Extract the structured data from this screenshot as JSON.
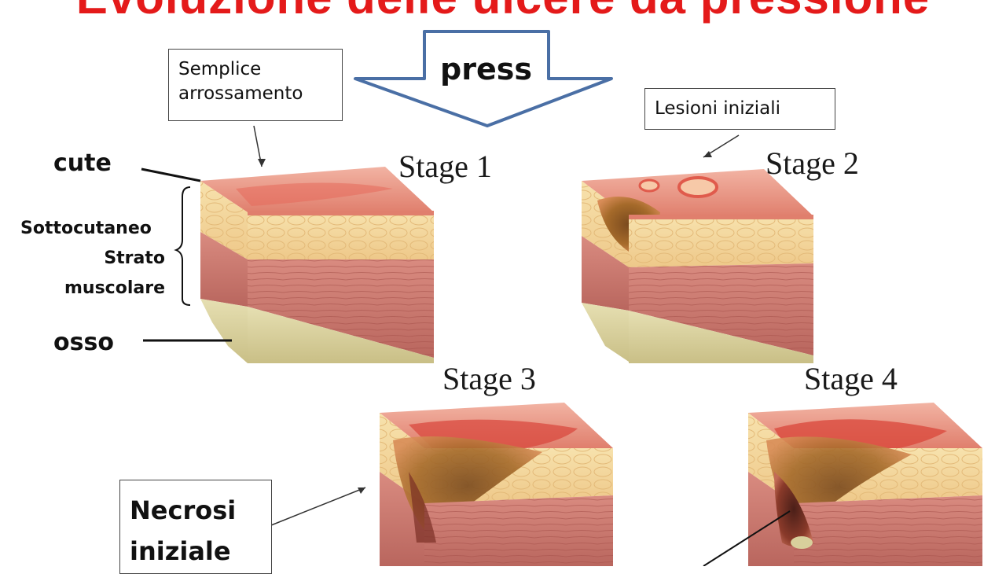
{
  "title": "Evoluzione delle ulcere da pressione",
  "pressure_label": "press",
  "callouts": {
    "redness": "Semplice\narrossamento",
    "initial_lesions": "Lesioni iniziali",
    "necrosis": "Necrosi\niniziale"
  },
  "stages": {
    "s1": "Stage 1",
    "s2": "Stage 2",
    "s3": "Stage 3",
    "s4": "Stage 4"
  },
  "layers": {
    "skin": "cute",
    "subcutaneous": "Sottocutaneo",
    "muscle_line1": "Strato",
    "muscle_line2": "muscolare",
    "bone": "osso"
  },
  "colors": {
    "title": "#e41a1a",
    "arrow_stroke": "#4a6fa5",
    "skin": "#e88a7a",
    "fat": "#f3d79a",
    "muscle": "#c9766e",
    "bone": "#d8cf9c"
  }
}
